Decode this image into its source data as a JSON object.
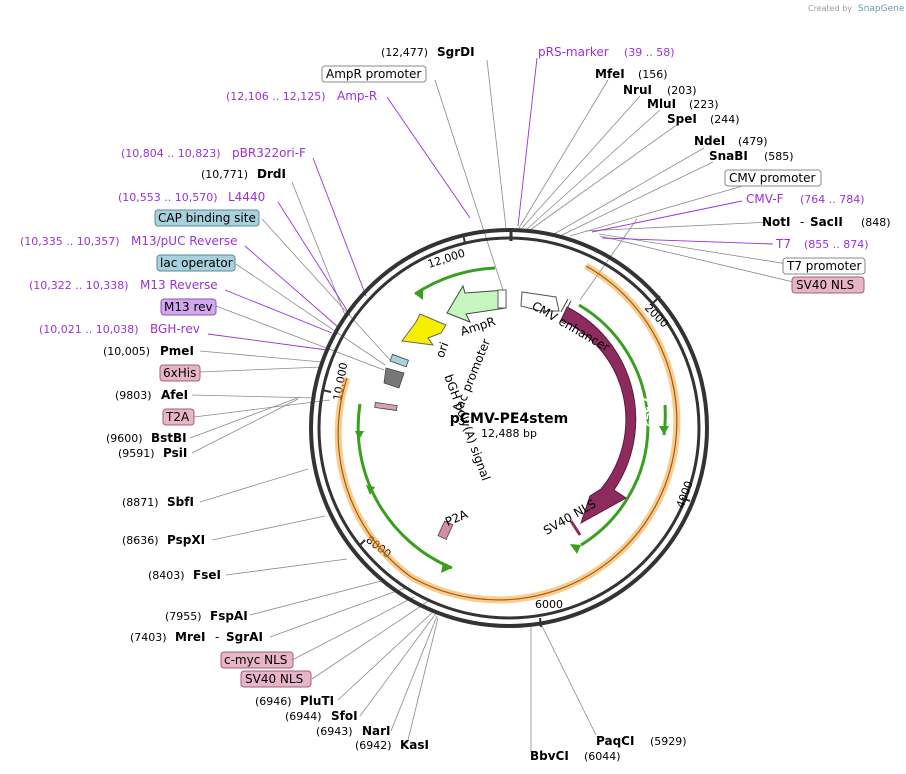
{
  "branding": {
    "credit": "Created by",
    "product": "SnapGene"
  },
  "map": {
    "name": "pCMV-PE4stem",
    "length": "12,488 bp",
    "ticks": [
      "2000",
      "4000",
      "6000",
      "8000",
      "10,000",
      "12,000"
    ]
  },
  "features": {
    "ampr": "AmpR",
    "ori": "ori",
    "lac_promoter": "lac promoter",
    "cmv_enhancer": "CMV enhancer",
    "cas9": "Cas9",
    "sv40_nls": "SV40 NLS",
    "p2a": "P2A",
    "bgh": "bGH poly(A) signal"
  },
  "sites_left": [
    {
      "pos": "(12,477)",
      "name": "SgrDI"
    },
    {
      "pos": "(10,771)",
      "name": "DrdI"
    },
    {
      "pos": "(10,005)",
      "name": "PmeI"
    },
    {
      "pos": "(9803)",
      "name": "AfeI"
    },
    {
      "pos": "(9600)",
      "name": "BstBI"
    },
    {
      "pos": "(9591)",
      "name": "PsiI"
    },
    {
      "pos": "(8871)",
      "name": "SbfI"
    },
    {
      "pos": "(8636)",
      "name": "PspXI"
    },
    {
      "pos": "(8403)",
      "name": "FseI"
    },
    {
      "pos": "(7955)",
      "name": "FspAI"
    },
    {
      "pos": "(7403)",
      "name": "MreI",
      "name2": "SgrAI",
      "sep": "-"
    },
    {
      "pos": "(6946)",
      "name": "PluTI"
    },
    {
      "pos": "(6944)",
      "name": "SfoI"
    },
    {
      "pos": "(6943)",
      "name": "NarI"
    },
    {
      "pos": "(6942)",
      "name": "KasI"
    },
    {
      "pos": "(6044)",
      "name": "BbvCI"
    }
  ],
  "sites_right": [
    {
      "name": "MfeI",
      "pos": "(156)"
    },
    {
      "name": "NruI",
      "pos": "(203)"
    },
    {
      "name": "MluI",
      "pos": "(223)"
    },
    {
      "name": "SpeI",
      "pos": "(244)"
    },
    {
      "name": "NdeI",
      "pos": "(479)"
    },
    {
      "name": "SnaBI",
      "pos": "(585)"
    },
    {
      "name": "NotI",
      "name2": "SacII",
      "sep": "-",
      "pos": "(848)"
    },
    {
      "name": "PaqCI",
      "pos": "(5929)"
    }
  ],
  "primers": [
    {
      "pos": "(12,106 .. 12,125)",
      "name": "Amp-R"
    },
    {
      "pos": "(10,804 .. 10,823)",
      "name": "pBR322ori-F"
    },
    {
      "pos": "(10,553 .. 10,570)",
      "name": "L4440"
    },
    {
      "pos": "(10,335 .. 10,357)",
      "name": "M13/pUC Reverse"
    },
    {
      "pos": "(10,322 .. 10,338)",
      "name": "M13 Reverse"
    },
    {
      "pos": "(10,021 .. 10,038)",
      "name": "BGH-rev"
    },
    {
      "name": "pRS-marker",
      "pos": "(39 .. 58)"
    },
    {
      "name": "CMV-F",
      "pos": "(764 .. 784)"
    },
    {
      "name": "T7",
      "pos": "(855 .. 874)"
    }
  ],
  "boxes": {
    "ampr_promoter": "AmpR promoter",
    "cap": "CAP binding site",
    "lac_operator": "lac operator",
    "m13rev": "M13 rev",
    "his": "6xHis",
    "t2a": "T2A",
    "cmyc": "c-myc NLS",
    "sv40_left": "SV40 NLS",
    "cmv_promoter": "CMV promoter",
    "t7_promoter": "T7 promoter",
    "sv40_right": "SV40 NLS"
  },
  "colors": {
    "purple": "#9b30d9",
    "cas9": "#8e2b5e",
    "orange": "#f0a33a",
    "green": "#39a01f",
    "ampr_fill": "#c6f5c0",
    "ori_fill": "#f7ef00",
    "misc_box": "#ffffff",
    "blue_box": "#a7d1dc",
    "violet_box": "#d3a6f0",
    "pink_box": "#e8b4c7"
  }
}
